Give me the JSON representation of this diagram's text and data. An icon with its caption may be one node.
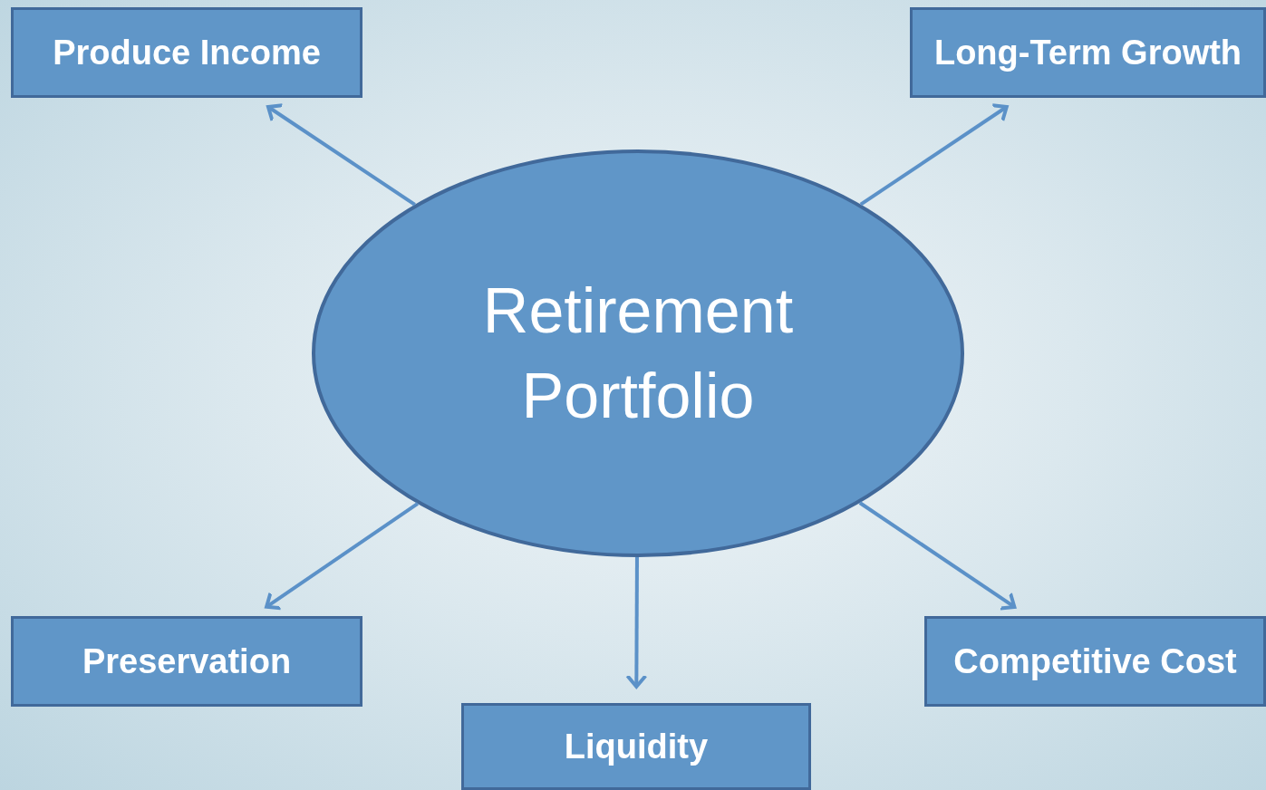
{
  "diagram": {
    "nodes": [
      {
        "text": [
          "Retirement Portfolio"
        ]
      },
      {
        "text": [
          "Produce Income"
        ]
      },
      {
        "text": [
          "Long-Term Growth"
        ]
      },
      {
        "text": [
          "Preservation"
        ]
      },
      {
        "text": [
          "Liquidity"
        ]
      },
      {
        "text": [
          "Competitive Cost"
        ]
      }
    ],
    "edges": [
      {
        "from": 0,
        "to": 1,
        "arrow": "to"
      },
      {
        "from": 0,
        "to": 2,
        "arrow": "to"
      },
      {
        "from": 0,
        "to": 3,
        "arrow": "to"
      },
      {
        "from": 0,
        "to": 4,
        "arrow": "to"
      },
      {
        "from": 0,
        "to": 5,
        "arrow": "to"
      }
    ]
  }
}
